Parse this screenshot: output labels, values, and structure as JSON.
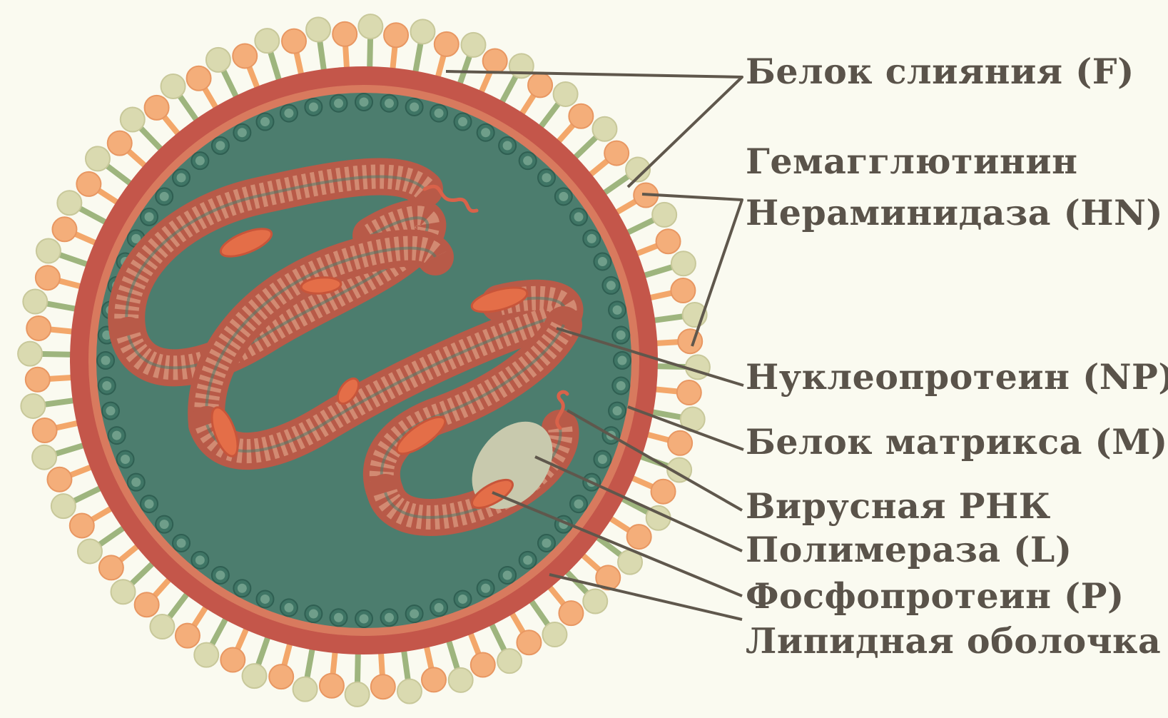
{
  "colors": {
    "background": "#fafaf0",
    "interior": "#4c7d6e",
    "matrix_bead": "#3f7565",
    "matrix_bead_light": "#6f9e8a",
    "outer_membrane": "#c4564a",
    "inner_membrane": "#d87a5e",
    "hn_head": "#f4ae7a",
    "hn_stalk": "#f3a76a",
    "f_head": "#dadab0",
    "f_stalk": "#9eb57e",
    "nucleoprotein": "#b85a48",
    "nucleoprotein_light": "#d28a72",
    "phosphoprotein": "#e46e48",
    "polymerase": "#c8c9ad",
    "leader_line": "#5f574c",
    "label_text": "#5a534a"
  },
  "labels": {
    "f_protein": "Белок слияния (F)",
    "hn_line1": "Гемагглютинин",
    "hn_line2": "Нераминидаза (HN)",
    "nucleoprotein": "Нуклеопротеин (NP)",
    "matrix": "Белок матрикса (M)",
    "viral_rna": "Вирусная РНК",
    "polymerase": "Полимераза (L)",
    "phosphoprotein": "Фосфопротеин (P)",
    "lipid_envelope": "Липидная оболочка"
  }
}
